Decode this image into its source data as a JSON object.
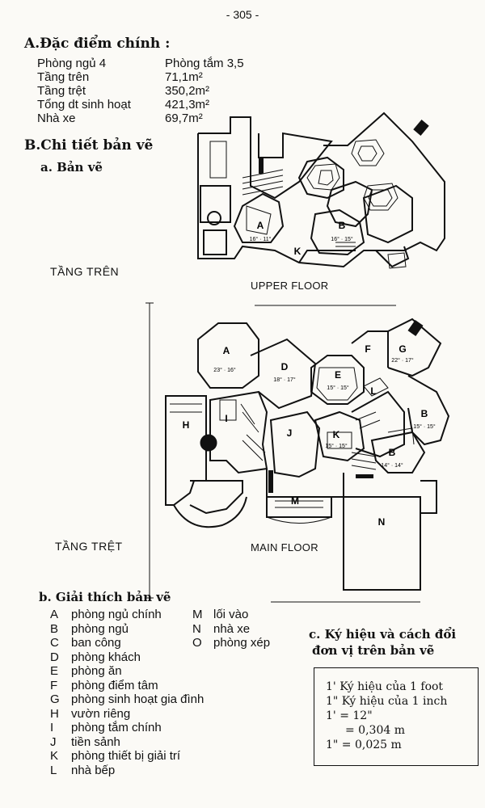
{
  "page_number": "- 305 -",
  "section_a": {
    "title": "A.Đặc điểm chính :",
    "rows": [
      {
        "label": "Phòng ngủ 4",
        "value": "Phòng tắm 3,5"
      },
      {
        "label": "Tầng trên",
        "value": "71,1m²"
      },
      {
        "label": "Tầng trệt",
        "value": "350,2m²"
      },
      {
        "label": "Tổng dt sinh hoạt",
        "value": "421,3m²"
      },
      {
        "label": "Nhà xe",
        "value": "69,7m²"
      }
    ]
  },
  "section_b": {
    "title": "B.Chi tiết bản vẽ",
    "sub_a": "a. Bản vẽ",
    "sub_b": "b. Giải thích bản vẽ"
  },
  "floors": {
    "upper_vi": "TẦNG TRÊN",
    "upper_en": "UPPER FLOOR",
    "main_vi": "TẦNG TRỆT",
    "main_en": "MAIN FLOOR"
  },
  "upper_rooms": [
    {
      "letter": "A",
      "dim": "16° · 11°"
    },
    {
      "letter": "B",
      "dim": "16° · 15°"
    },
    {
      "letter": "K",
      "dim": ""
    }
  ],
  "main_rooms": [
    {
      "letter": "A",
      "dim": "23° · 16°"
    },
    {
      "letter": "D",
      "dim": "18° · 17°"
    },
    {
      "letter": "E",
      "dim": "15° · 15°"
    },
    {
      "letter": "F",
      "dim": ""
    },
    {
      "letter": "G",
      "dim": "22° · 17°"
    },
    {
      "letter": "H",
      "dim": ""
    },
    {
      "letter": "I",
      "dim": ""
    },
    {
      "letter": "J",
      "dim": ""
    },
    {
      "letter": "K",
      "dim": "15° · 15°"
    },
    {
      "letter": "L",
      "dim": ""
    },
    {
      "letter": "B",
      "dim": "15° · 15°"
    },
    {
      "letter": "B",
      "dim": "14° · 14°"
    },
    {
      "letter": "M",
      "dim": ""
    },
    {
      "letter": "N",
      "dim": ""
    }
  ],
  "legend": [
    {
      "code": "A",
      "text": "phòng ngủ chính"
    },
    {
      "code": "B",
      "text": "phòng ngủ"
    },
    {
      "code": "C",
      "text": "ban công"
    },
    {
      "code": "D",
      "text": "phòng khách"
    },
    {
      "code": "E",
      "text": "phòng ăn"
    },
    {
      "code": "F",
      "text": "phòng điểm tâm"
    },
    {
      "code": "G",
      "text": "phòng sinh hoạt gia đình"
    },
    {
      "code": "H",
      "text": "vườn riêng"
    },
    {
      "code": "I",
      "text": "phòng tắm chính"
    },
    {
      "code": "J",
      "text": "tiền sảnh"
    },
    {
      "code": "K",
      "text": "phòng thiết bị giải trí"
    },
    {
      "code": "L",
      "text": "nhà bếp"
    }
  ],
  "legend2": [
    {
      "code": "M",
      "text": "lối vào"
    },
    {
      "code": "N",
      "text": "nhà xe"
    },
    {
      "code": "O",
      "text": "phòng xép"
    }
  ],
  "section_c": {
    "title_line1": "c. Ký hiệu và cách đổi",
    "title_line2": "đơn vị trên bản vẽ",
    "lines": [
      "1' Ký hiệu của 1 foot",
      "1\" Ký hiệu của 1 inch",
      "1' = 12\"",
      "= 0,304 m",
      "1\" = 0,025 m"
    ]
  }
}
